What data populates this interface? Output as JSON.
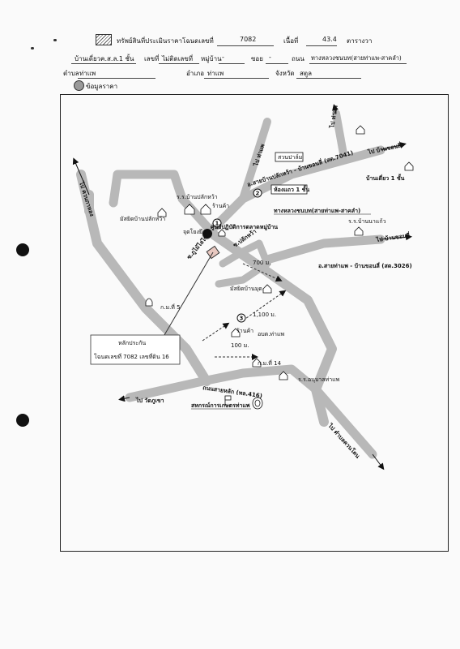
{
  "header": {
    "title": "ทรัพย์สินที่ประเมินราคาโฉนดเลขที่",
    "deed_no": "7082",
    "area_label": "เนื้อที่",
    "area_value": "43.4",
    "area_unit": "ตารางวา",
    "building_type": "บ้านเดี่ยวค.ส.ล.1 ชั้น",
    "house_no_label": "เลขที่",
    "house_no_value": "ไม่ติดเลขที่",
    "moo_label": "หมู่บ้าน",
    "moo_value": "-",
    "soi_label": "ซอย",
    "soi_value": "-",
    "road_label": "ถนน",
    "road_value": "ทางหลวงชนบท(สายท่าแพ-สาคลำ)",
    "tambon_label": "ตำบล",
    "tambon_value": "ท่าแพ",
    "amphoe_label": "อำเภอ",
    "amphoe_value": "ท่าแพ",
    "province_label": "จังหวัด",
    "province_value": "สตูล",
    "legend_text": "ข้อมูลราคา"
  },
  "map": {
    "labels": {
      "rubber_garden": "สวนปาล์ม",
      "road_7041": "อ.สายบ้านปลักหว้า - บ้านขอนลี่ (สต.7041)",
      "to_bankhonlee_top": "ไป บ้านขอนลี่",
      "to_north_road": "ไป ท่าแพ",
      "house_1_floor": "บ้านเดี่ยว 1 ชั้น",
      "rental_room": "ห้องแถว 1 ชั้น",
      "ban_plak_school": "ร.ร.บ้านปลักหว้า",
      "shop_1": "ร้านค้า",
      "mosque_plak": "มัสยิดบ้านปลักหว้า",
      "rural_road": "ทางหลวงชนบท(สายท่าแพ-สาคลำ)",
      "fresh_market": "ศูนย์ปฏิบัติการตลาดหมู่บ้าน",
      "ban_na_school": "ร.ร.บ้านนาแก้ว",
      "to_bankhonlee_right": "ไป บ้านขอนลี่",
      "road_3026": "อ.สายท่าแพ - บ้านขอนลี่ (สต.3026)",
      "dist_700": "700 ม.",
      "watch_tower": "จุดโยงยึด",
      "soi_left": "ซ.ภูไม้ไล่ไข้",
      "soi_right": "ซ.ปลักหว้า",
      "mosque_bankud": "มัสยิดบ้านมุด",
      "to_left_vertical": "ไป ควนกาหลง",
      "km5": "ก.ม.ที่ 5",
      "dist_1100": "1,100 ม.",
      "shop_2": "ร้านค้า",
      "tao_thaphae": "อบต.ท่าแพ",
      "dist_100": "100 ม.",
      "km14": "ก.ม.ที่ 14",
      "highway_416": "ถนนสายหลัก (ทล.416)",
      "anuban_school": "ร.ร.อนุบาลท่าแพ",
      "to_wat": "ไป วัดภูเขา",
      "cooperative": "สหกรณ์การเกษตรท่าแพ",
      "to_bottom_right": "ไป ตำบลควนโดน",
      "evidence_title": "หลักประกัน",
      "evidence_detail": "โฉนดเลขที่ 7082 เลขที่ดิน 16",
      "marker_1": "1",
      "marker_2": "2",
      "marker_3": "3"
    },
    "colors": {
      "road": "#b8b8b8",
      "subject": "#e8c8c0",
      "ink": "#111111"
    }
  }
}
